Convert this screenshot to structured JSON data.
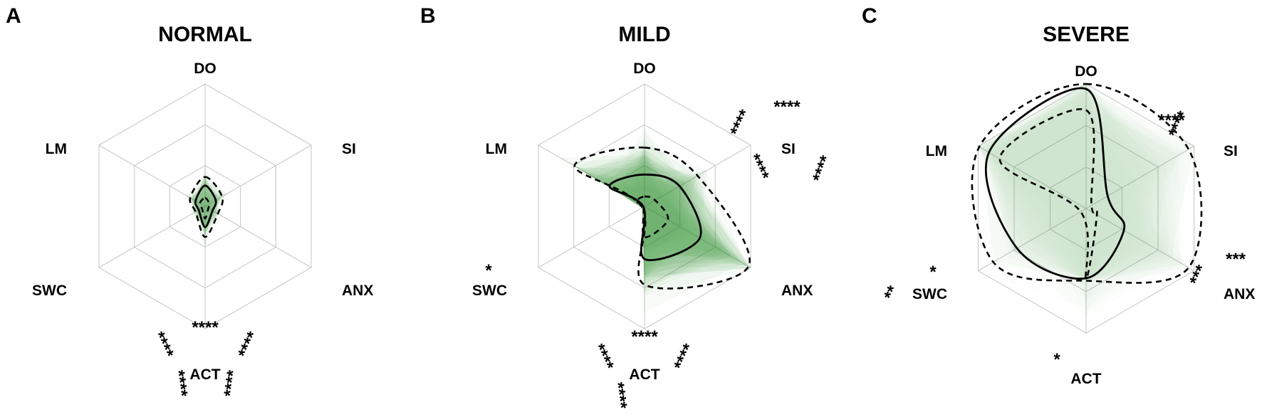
{
  "chart_data": [
    {
      "type": "radar",
      "panel_letter": "A",
      "title": "NORMAL",
      "axes": [
        "DO",
        "SI",
        "ANX",
        "ACT",
        "SWC",
        "LM"
      ],
      "rlim": [
        0,
        1
      ],
      "grid_rings": 3,
      "series": [
        {
          "values": [
            0.17,
            0.1,
            0.07,
            0.17,
            0.06,
            0.09
          ]
        },
        {
          "values": [
            0.07,
            0.04,
            0.03,
            0.1,
            0.03,
            0.05
          ]
        },
        {
          "values": [
            0.24,
            0.16,
            0.12,
            0.25,
            0.09,
            0.14
          ]
        }
      ],
      "cloud_alpha": 0.55,
      "significance": [
        {
          "text": "****"
        },
        {
          "text": "****"
        },
        {
          "text": "****"
        },
        {
          "text": "****"
        },
        {
          "text": "****"
        }
      ]
    },
    {
      "type": "radar",
      "panel_letter": "B",
      "title": "MILD",
      "axes": [
        "DO",
        "SI",
        "ANX",
        "ACT",
        "SWC",
        "LM"
      ],
      "rlim": [
        0,
        1
      ],
      "grid_rings": 3,
      "series": [
        {
          "values": [
            0.26,
            0.33,
            0.52,
            0.43,
            0.01,
            0.33
          ]
        },
        {
          "values": [
            0.08,
            0.1,
            0.22,
            0.25,
            0.01,
            0.08
          ]
        },
        {
          "values": [
            0.48,
            0.5,
            0.98,
            0.64,
            0.02,
            0.66
          ]
        }
      ],
      "cloud_alpha": 0.65,
      "significance": [
        {
          "text": "****"
        },
        {
          "text": "****"
        },
        {
          "text": "****"
        },
        {
          "text": "****"
        },
        {
          "text": "*"
        },
        {
          "text": "****"
        },
        {
          "text": "****"
        },
        {
          "text": "****"
        },
        {
          "text": "****"
        }
      ]
    },
    {
      "type": "radar",
      "panel_letter": "C",
      "title": "SEVERE",
      "axes": [
        "DO",
        "SI",
        "ANX",
        "ACT",
        "SWC",
        "LM"
      ],
      "rlim": [
        0,
        1
      ],
      "grid_rings": 3,
      "series": [
        {
          "values": [
            0.96,
            0.2,
            0.35,
            0.56,
            0.64,
            0.9
          ]
        },
        {
          "values": [
            0.79,
            0.05,
            0.1,
            0.56,
            0.05,
            0.8
          ]
        },
        {
          "values": [
            1.0,
            0.95,
            0.95,
            0.58,
            0.86,
            0.99
          ]
        }
      ],
      "cloud_alpha": 0.22,
      "significance": [
        {
          "text": "****"
        },
        {
          "text": "****"
        },
        {
          "text": "***"
        },
        {
          "text": "***"
        },
        {
          "text": "*"
        },
        {
          "text": "**"
        },
        {
          "text": "*"
        }
      ]
    }
  ]
}
